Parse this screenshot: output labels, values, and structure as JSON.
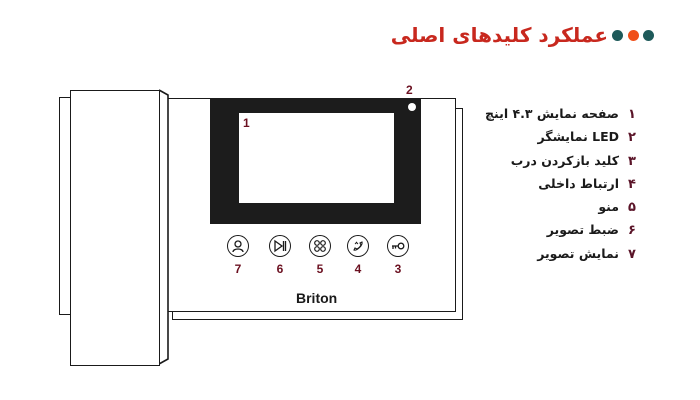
{
  "header": {
    "title": "عملکرد کلیدهای اصلی",
    "dots": [
      {
        "color": "#1e5a5a"
      },
      {
        "color": "#f04e18"
      },
      {
        "color": "#1e5a5a"
      }
    ],
    "title_color": "#c8281e"
  },
  "device": {
    "brand": "Briton",
    "screen_callout": "1",
    "led_callout": "2",
    "buttons": [
      {
        "number": "7",
        "icon": "user-icon"
      },
      {
        "number": "6",
        "icon": "play-pause-icon"
      },
      {
        "number": "5",
        "icon": "menu-grid-icon"
      },
      {
        "number": "4",
        "icon": "intercom-phone-icon"
      },
      {
        "number": "3",
        "icon": "key-icon"
      }
    ]
  },
  "legend": {
    "items": [
      {
        "number": "۱",
        "label": "صفحه نمایش ۴.۳ اینچ"
      },
      {
        "number": "۲",
        "label": "LED نمایشگر"
      },
      {
        "number": "۳",
        "label": "کلید بازکردن درب"
      },
      {
        "number": "۴",
        "label": "ارتباط داخلی"
      },
      {
        "number": "۵",
        "label": "منو"
      },
      {
        "number": "۶",
        "label": "ضبط تصویر"
      },
      {
        "number": "۷",
        "label": "نمایش تصویر"
      }
    ],
    "number_color": "#5a1428"
  }
}
